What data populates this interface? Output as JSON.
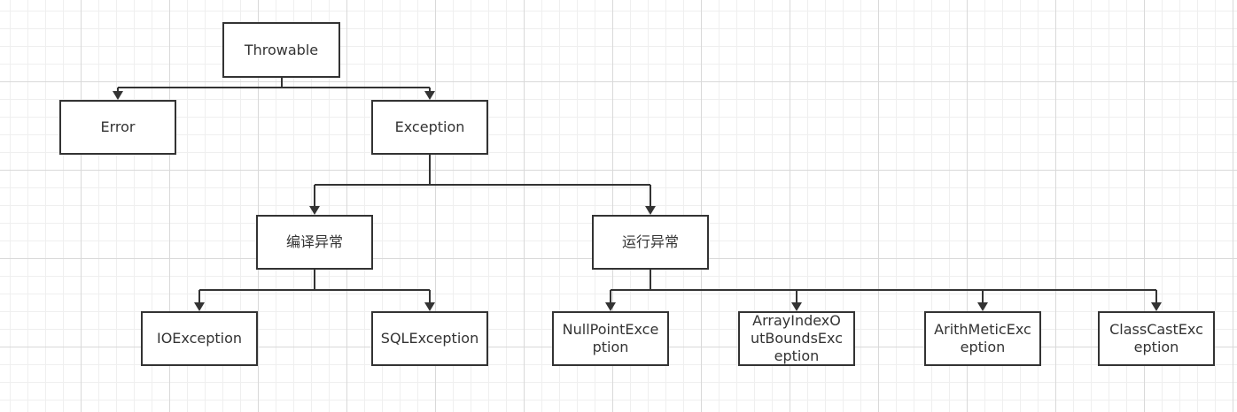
{
  "diagram": {
    "nodes": {
      "throwable": "Throwable",
      "error": "Error",
      "exception": "Exception",
      "compile": "编译异常",
      "runtime": "运行异常",
      "io": "IOException",
      "sql": "SQLException",
      "npe": "NullPointException",
      "aioobe": "ArrayIndexOutBoundsException",
      "arith": "ArithMeticException",
      "cce": "ClassCastException"
    },
    "edges": [
      {
        "from": "throwable",
        "to": "error"
      },
      {
        "from": "throwable",
        "to": "exception"
      },
      {
        "from": "exception",
        "to": "compile"
      },
      {
        "from": "exception",
        "to": "runtime"
      },
      {
        "from": "compile",
        "to": "io"
      },
      {
        "from": "compile",
        "to": "sql"
      },
      {
        "from": "runtime",
        "to": "npe"
      },
      {
        "from": "runtime",
        "to": "aioobe"
      },
      {
        "from": "runtime",
        "to": "arith"
      },
      {
        "from": "runtime",
        "to": "cce"
      }
    ],
    "colors": {
      "stroke": "#333333",
      "text": "#333333",
      "grid_major": "#d9d9d9",
      "grid_minor": "#efefef"
    }
  }
}
